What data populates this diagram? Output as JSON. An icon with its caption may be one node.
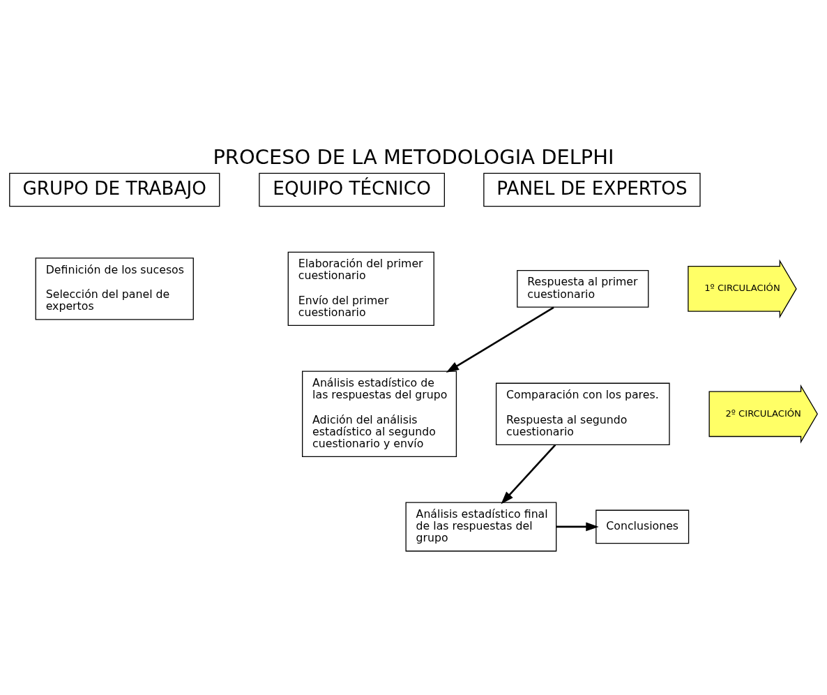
{
  "diagram": {
    "title": "PROCESO DE LA METODOLOGIA DELPHI",
    "nodes": [
      {
        "text": [
          "GRUPO DE TRABAJO"
        ]
      },
      {
        "text": [
          "EQUIPO TÉCNICO"
        ]
      },
      {
        "text": [
          "PANEL DE EXPERTOS"
        ]
      },
      {
        "text": [
          "Definición de los sucesos",
          "Selección del panel de expertos"
        ]
      },
      {
        "text": [
          "Elaboración del primer cuestionario",
          "Envío del primer cuestionario"
        ]
      },
      {
        "text": [
          "1º CIRCULACIÓN"
        ]
      },
      {
        "text": [
          "Respuesta al primer cuestionario"
        ]
      },
      {
        "text": [
          "Análisis estadístico de las respuestas del grupo",
          "Adición del análisis estadístico al segundo cuestionario y envío"
        ]
      },
      {
        "text": [
          "2º CIRCULACIÓN"
        ]
      },
      {
        "text": [
          "Comparación con los pares.",
          "Respuesta al segundo cuestionario"
        ]
      },
      {
        "text": [
          "Análisis estadístico final de las respuestas del grupo"
        ]
      },
      {
        "text": [
          "Conclusiones"
        ]
      }
    ],
    "edges": [
      {
        "from": 6,
        "to": 7,
        "arrow": "to"
      },
      {
        "from": 9,
        "to": 10,
        "arrow": "to"
      },
      {
        "from": 10,
        "to": 11,
        "arrow": "to"
      }
    ]
  }
}
